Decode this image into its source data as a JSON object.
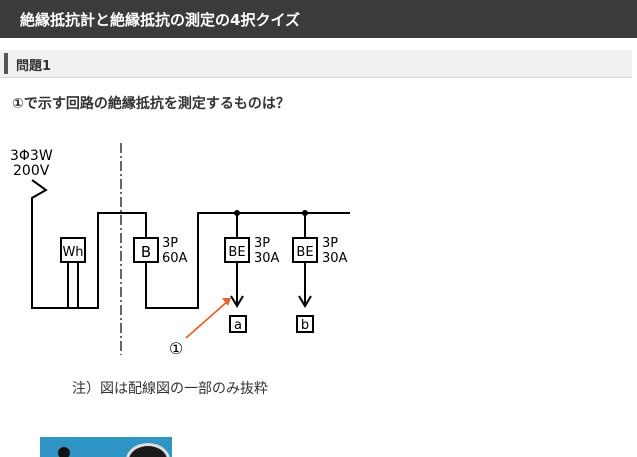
{
  "page": {
    "title": "絶縁抵抗計と絶縁抵抗の測定の4択クイズ"
  },
  "question": {
    "number_label": "問題1",
    "text": "①で示す回路の絶縁抵抗を測定するものは？"
  },
  "diagram": {
    "supply_line1": "3Φ3W",
    "supply_line2": "200V",
    "wh_label": "Wh",
    "breaker_b_label": "B",
    "breaker_b_rating1": "3P",
    "breaker_b_rating2": "60A",
    "be_a_label": "BE",
    "be_a_rating1": "3P",
    "be_a_rating2": "30A",
    "be_b_label": "BE",
    "be_b_rating1": "3P",
    "be_b_rating2": "30A",
    "branch_a_label": "a",
    "branch_b_label": "b",
    "pointer_label": "①",
    "pointer_color": "#e8622a"
  },
  "note": "注）図は配線図の一部のみ抜粋",
  "colors": {
    "title_bg": "#3b3b3b",
    "header_bg": "#f1f1f1",
    "photo_bg": "#2f95c4"
  }
}
